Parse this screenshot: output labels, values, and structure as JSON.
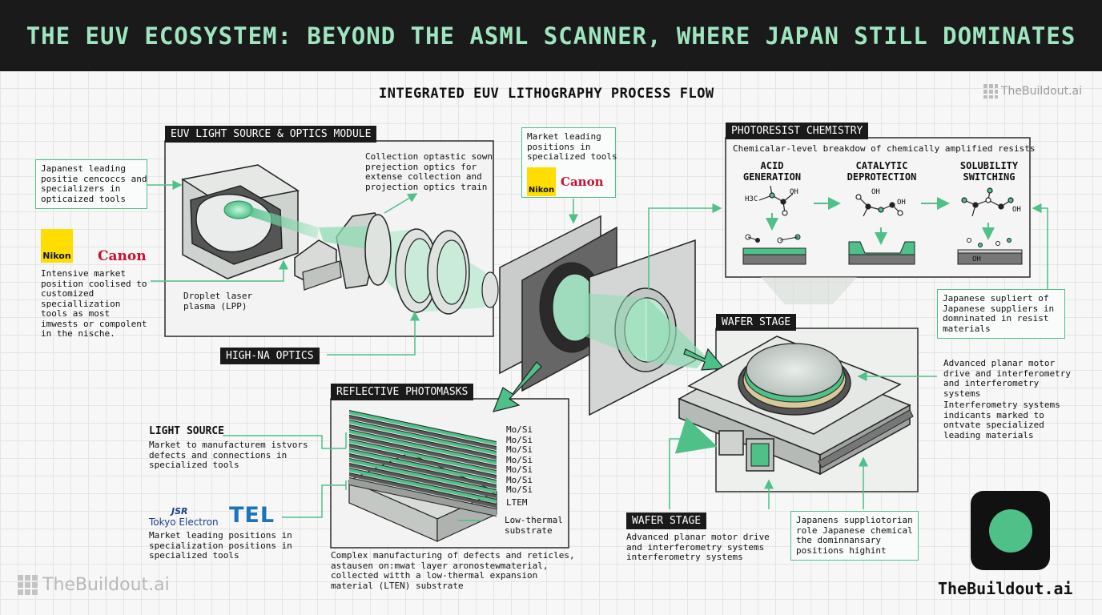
{
  "header": {
    "title": "THE EUV ECOSYSTEM: BEYOND THE ASML SCANNER, WHERE JAPAN STILL DOMINATES"
  },
  "subtitle": "INTEGRATED EUV LITHOGRAPHY PROCESS FLOW",
  "watermark_top": "TheBuildout.ai",
  "watermark_bottom": "TheBuildout.ai",
  "brand_label": "TheBuildout.ai",
  "colors": {
    "accent": "#4fc088",
    "header_bg": "#1a1a1a",
    "header_text": "#9fe6bf",
    "canon_red": "#c8102e",
    "tel_blue": "#1b75bb",
    "nikon_yellow": "#ffdd00"
  },
  "logos": {
    "nikon": "Nikon",
    "canon": "Canon",
    "jsr": "JSR",
    "tokyo_electron": "Tokyo Electron",
    "tel": "TEL"
  },
  "euv_module": {
    "title": "EUV LIGHT SOURCE & OPTICS MODULE",
    "collection_text": [
      "Collection optastic sown",
      "prejection optics for",
      "extense collection and",
      "projection optics train"
    ],
    "droplet_text": [
      "Droplet laser",
      "plasma (LPP)"
    ]
  },
  "left_callout": {
    "lines": [
      "Japanest leading",
      "positie cencoccs and",
      "specializers in",
      "opticaized tools"
    ]
  },
  "left_text": {
    "lines": [
      "Intensive market",
      "position coolised to",
      "customized",
      "speciallization",
      "tools as most",
      "imwests or compolent",
      "in the nische."
    ]
  },
  "high_na": "HIGH-NA OPTICS",
  "market_callout": {
    "lines": [
      "Market leading",
      "positions in",
      "specialized tools"
    ]
  },
  "photoresist": {
    "title": "PHOTORESIST CHEMISTRY",
    "subtitle": "Chemicalar-level breakdow of chemically amplified resists",
    "steps": [
      {
        "line1": "ACID",
        "line2": "GENERATION"
      },
      {
        "line1": "CATALYTIC",
        "line2": "DEPROTECTION"
      },
      {
        "line1": "SOLUBILITY",
        "line2": "SWITCHING"
      }
    ],
    "chem_labels": {
      "h3c": "H3C",
      "oh": "OH"
    }
  },
  "resist_callout": {
    "lines": [
      "Japanese supliert of",
      "Japanese suppliers in",
      "domninated in resist",
      "materials"
    ]
  },
  "wafer_stage_top": "WAFER STAGE",
  "wafer_right_text": {
    "lines": [
      "Advanced planar motor",
      "drive and interferometry",
      "and interferometry",
      "systems",
      "Interferometry systems",
      "indicants marked to",
      "ontvate specialized",
      "leading materials"
    ]
  },
  "photomasks": {
    "title": "REFLECTIVE PHOTOMASKS",
    "layers": [
      "Mo/Si",
      "Mo/Si",
      "Mo/Si",
      "Mo/Si",
      "Mo/Si",
      "Mo/Si",
      "Mo/Si"
    ],
    "ltem": "LTEM",
    "substrate": [
      "Low-thermal",
      "substrate"
    ],
    "caption": [
      "Complex manufacturing of defects and reticles,",
      "astausen on:mwat layer aronostewmaterial,",
      "collected witth a low-thermal expansion",
      "material (LTEN) substrate"
    ]
  },
  "light_source": {
    "label": "LIGHT SOURCE",
    "lines": [
      "Market to manufacturem istvors",
      "defects and connections in",
      "specialized tools"
    ]
  },
  "tel_text": {
    "lines": [
      "Market leading positions in",
      "specialization positions in",
      "specialized tools"
    ]
  },
  "wafer_stage_bottom": {
    "label": "WAFER STAGE",
    "lines": [
      "Advanced planar motor drive",
      "and interferometry systems",
      "interferometry systems"
    ]
  },
  "japan_callout": {
    "lines": [
      "Japanens suppliotorian",
      "role Japanese chemical",
      "the dominnansary",
      "positions highint"
    ]
  }
}
